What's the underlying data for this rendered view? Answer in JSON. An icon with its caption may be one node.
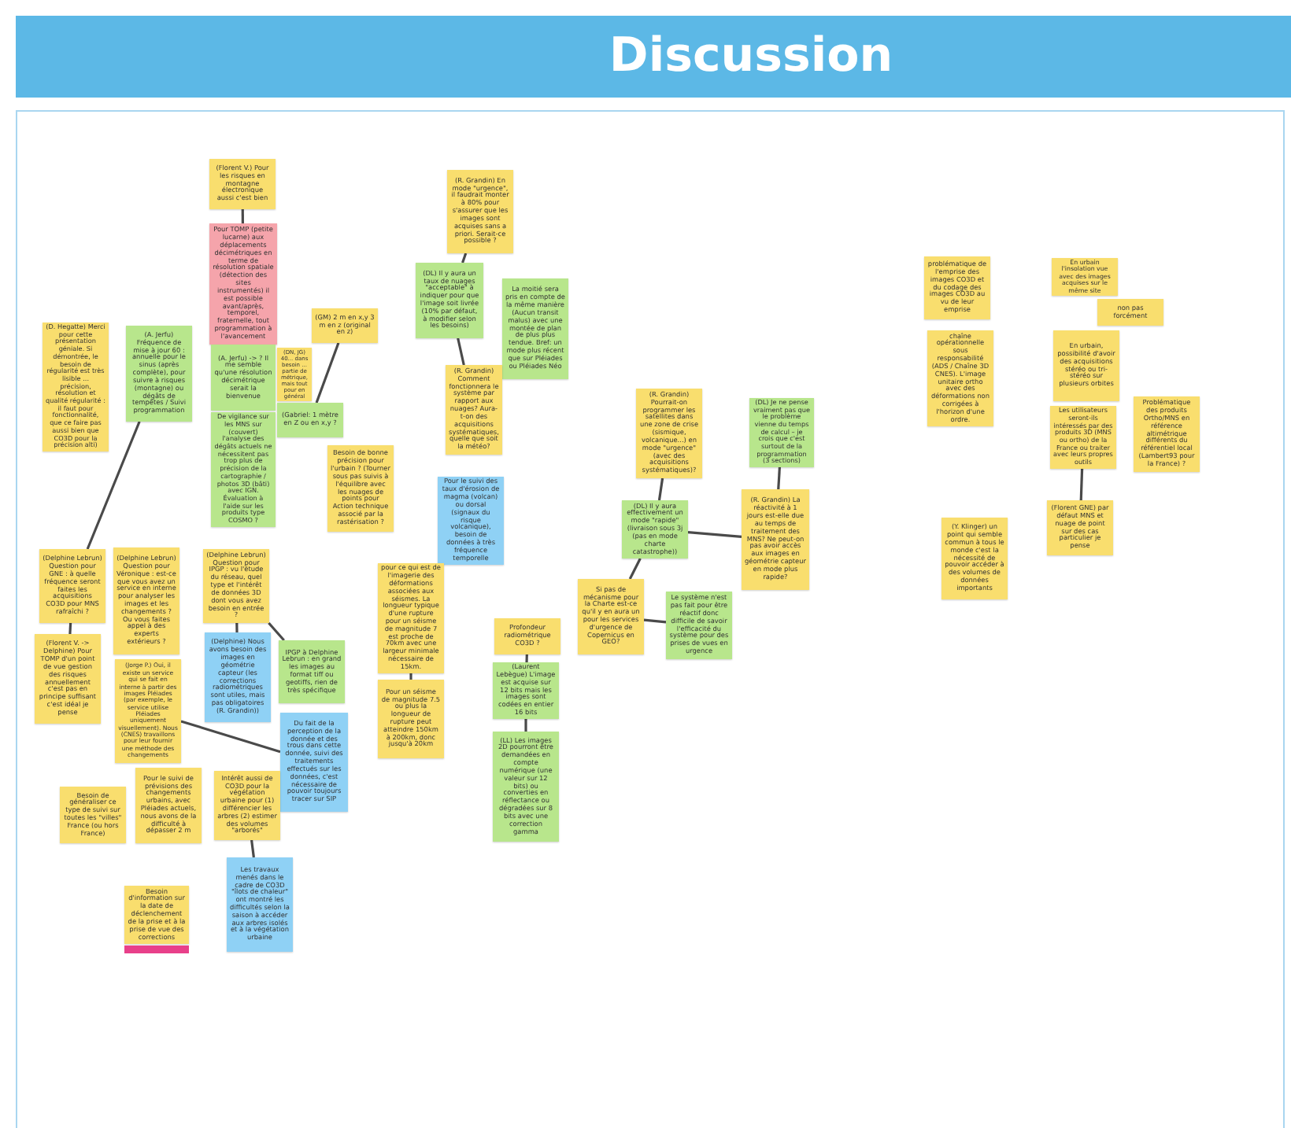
{
  "diagram": {
    "title": "Discussion",
    "nodes": [
      {
        "text": [
          "(Florent V.) Pour les risques en montagne électronique aussi c'est bien"
        ]
      },
      {
        "text": [
          "Pour TOMP (petite lucarne) aux déplacements décimétriques en terme de résolution spatiale (détection des sites instrumentés) il est possible avant/après, temporel, fraternelle, tout programmation à l'avancement"
        ]
      },
      {
        "text": [
          "(A. Jerfu) -> ? Il me semble qu'une résolution décimétrique serait la bienvenue"
        ]
      },
      {
        "text": [
          "De vigilance sur les MNS sur (couvert) l'analyse des dégâts actuels ne nécessitent pas trop plus de précision de la cartographie / photos 3D (bâti) avec IGN. Évaluation à l'aide sur les produits type COSMO ?"
        ]
      },
      {
        "text": [
          "(GM) 2 m en x,y 3 m en z (original en z)"
        ]
      },
      {
        "text": [
          "(DN, JG) 40... dans besoin ... partie de métrique, mais tout pour en général"
        ]
      },
      {
        "text": [
          "(Gabriel: 1 mètre en Z ou en x,y ?"
        ]
      },
      {
        "text": [
          "Besoin de bonne précision pour l'urbain ? (Tourner sous pas suivis à l'équilibre avec les nuages de points pour Action technique associé par la rastérisation ?"
        ]
      },
      {
        "text": [
          "(D. Hegatte) Merci pour cette présentation géniale. Si démontrée, le besoin de régularité est très lisible ... précision, résolution et qualité régularité : il faut pour fonctionnalité, que ce faire pas aussi bien que CO3D pour la précision alti)"
        ]
      },
      {
        "text": [
          "(A. Jerfu) Fréquence de mise à jour 60 : annuelle pour le sinus (après complète), pour suivre à risques (montagne) ou dégâts de tempêtes / Suivi programmation"
        ]
      },
      {
        "text": [
          "(R. Grandin) En mode \"urgence\", il faudrait monter à 80% pour s'assurer que les images sont acquises sans a priori. Serait-ce possible ?"
        ]
      },
      {
        "text": [
          "(DL) Il y aura un taux de nuages \"acceptable\" à indiquer pour que l'image soit livrée (10% par défaut, à modifier selon les besoins)"
        ]
      },
      {
        "text": [
          "La moitié sera pris en compte de la même manière (Aucun transit malus) avec une montée de plan de plus plus tendue. Bref: un mode plus récent que sur Pléiades ou Pléiades Néo"
        ]
      },
      {
        "text": [
          "(R. Grandin) Comment fonctionnera le système par rapport aux nuages? Aura-t-on des acquisitions systématiques, quelle que soit la météo?"
        ]
      },
      {
        "text": [
          "Pour le suivi des taux d'érosion de magma (volcan) ou dorsal (signaux du risque volcanique), besoin de données à très fréquence temporelle"
        ]
      },
      {
        "text": [
          "(R. Grandin) Pourrait-on programmer les satellites dans une zone de crise (sismique, volcanique...) en mode \"urgence\" (avec des acquisitions systématiques)?"
        ]
      },
      {
        "text": [
          "(DL) Je ne pense vraiment pas que le problème vienne du temps de calcul – je crois que c'est surtout de la programmation (3 sections)"
        ]
      },
      {
        "text": [
          "(DL) Il y aura effectivement un mode \"rapide\" (livraison sous 3j (pas en mode charte catastrophe))"
        ]
      },
      {
        "text": [
          "(R. Grandin) La réactivité à 1 jours est-elle due au temps de traitement des MNS? Ne peut-on pas avoir accès aux images en géométrie capteur en mode plus rapide?"
        ]
      },
      {
        "text": [
          "Si pas de mécanisme pour la Charte est-ce qu'il y en aura un pour les services d'urgence de Copernicus en GEO?"
        ]
      },
      {
        "text": [
          "Le système n'est pas fait pour être réactif donc difficile de savoir l'efficacité du système pour des prises de vues en urgence"
        ]
      },
      {
        "text": [
          "Profondeur radiométrique CO3D ?"
        ]
      },
      {
        "text": [
          "(Laurent Lebègue) L'image est acquise sur 12 bits mais les images sont codées en entier 16 bits"
        ]
      },
      {
        "text": [
          "(LL) Les images 2D pourront être demandées en compte numérique (une valeur sur 12 bits) ou converties en réflectance ou dégradées sur 8 bits avec une correction gamma"
        ]
      },
      {
        "text": [
          "pour ce qui est de l'imagerie des déformations associées aux séismes. La longueur typique d'une rupture pour un séisme de magnitude 7 est proche de 70km avec une largeur minimale nécessaire de 15km."
        ]
      },
      {
        "text": [
          "Pour un séisme de magnitude 7.5 ou plus la longueur de rupture peut atteindre 150km à 200km, donc jusqu'à 20km"
        ]
      },
      {
        "text": [
          "problématique de l'emprise des images CO3D et du codage des images CO3D au vu de leur emprise"
        ]
      },
      {
        "text": [
          "chaîne opérationnelle sous responsabilité (ADS / Chaîne 3D CNES). L'image unitaire ortho avec des déformations non corrigées à l'horizon d'une ordre."
        ]
      },
      {
        "text": [
          "En urbain l'insolation vue avec des images acquises sur le même site"
        ]
      },
      {
        "text": [
          "non pas forcément"
        ]
      },
      {
        "text": [
          "En urbain, possibilité d'avoir des acquisitions stéréo ou tri-stéréo sur plusieurs orbites"
        ]
      },
      {
        "text": [
          "Les utilisateurs seront-ils intéressés par des produits 3D (MNS ou ortho) de la France ou traiter avec leurs propres outils"
        ]
      },
      {
        "text": [
          "Problématique des produits Ortho/MNS en référence altimétrique différents du référentiel local (Lambert93 pour la France) ?"
        ]
      },
      {
        "text": [
          "(Florent GNE) par défaut MNS et nuage de point sur des cas particulier je pense"
        ]
      },
      {
        "text": [
          "(Y. Klinger) un point qui semble commun à tous le monde c'est la nécessité de pouvoir accéder à des volumes de données importants"
        ]
      },
      {
        "text": [
          "(Delphine Lebrun) Question pour GNE : à quelle fréquence seront faites les acquisitions CO3D pour MNS rafraîchi ?"
        ]
      },
      {
        "text": [
          "(Florent V. -> Delphine) Pour TOMP d'un point de vue gestion des risques annuellement c'est pas en principe suffisant c'est idéal je pense"
        ]
      },
      {
        "text": [
          "(Delphine Lebrun) Question pour Véronique : est-ce que vous avez un service en interne pour analyser les images et les changements ? Ou vous faites appel à des experts extérieurs ?"
        ]
      },
      {
        "text": [
          "(Jorge P.) Oui, il existe un service qui se fait en interne à partir des images Pléiades (par exemple, le service utilise Pléiades uniquement visuellement). Nous (CNES) travaillons pour leur fournir une méthode des changements"
        ]
      },
      {
        "text": [
          "Besoin de généraliser ce type de suivi sur toutes les \"villes\" France (ou hors France)"
        ]
      },
      {
        "text": [
          "Pour le suivi de prévisions des changements urbains, avec Pléiades actuels, nous avons de la difficulté à dépasser 2 m"
        ]
      },
      {
        "text": [
          "(Delphine Lebrun) Question pour IPGP : vu l'étude du réseau, quel type et l'intérêt de données 3D dont vous avez besoin en entrée ?"
        ]
      },
      {
        "text": [
          "(Delphine) Nous avons besoin des images en géométrie capteur (les corrections radiométriques sont utiles, mais pas obligatoires (R. Grandin))"
        ]
      },
      {
        "text": [
          "IPGP à Delphine Lebrun : en grand les images au format tiff ou geotiffs, rien de très spécifique"
        ]
      },
      {
        "text": [
          "Du fait de la perception de la donnée et des trous dans cette donnée, suivi des traitements effectués sur les données, c'est nécessaire de pouvoir toujours tracer sur SIP"
        ]
      },
      {
        "text": [
          "Intérêt aussi de CO3D pour la végétation urbaine pour (1) différencier les arbres (2) estimer des volumes \"arborés\""
        ]
      },
      {
        "text": [
          "Les travaux menés dans le cadre de CO3D \"îlots de chaleur\" ont montré les difficultés selon la saison à accéder aux arbres isolés et à la végétation urbaine"
        ]
      },
      {
        "text": [
          "Besoin d'information sur la date de déclenchement de la prise et à la prise de vue des corrections"
        ]
      }
    ],
    "edges": [
      {
        "from": 0,
        "to": 1,
        "arrow": "none"
      },
      {
        "from": 4,
        "to": 6,
        "arrow": "none"
      },
      {
        "from": 9,
        "to": 35,
        "arrow": "none"
      },
      {
        "from": 10,
        "to": 11,
        "arrow": "none"
      },
      {
        "from": 11,
        "to": 13,
        "arrow": "none"
      },
      {
        "from": 15,
        "to": 17,
        "arrow": "none"
      },
      {
        "from": 16,
        "to": 18,
        "arrow": "none"
      },
      {
        "from": 17,
        "to": 18,
        "arrow": "none"
      },
      {
        "from": 17,
        "to": 19,
        "arrow": "none"
      },
      {
        "from": 19,
        "to": 20,
        "arrow": "none"
      },
      {
        "from": 21,
        "to": 22,
        "arrow": "none"
      },
      {
        "from": 22,
        "to": 23,
        "arrow": "none"
      },
      {
        "from": 24,
        "to": 25,
        "arrow": "none"
      },
      {
        "from": 31,
        "to": 33,
        "arrow": "none"
      },
      {
        "from": 35,
        "to": 36,
        "arrow": "none"
      },
      {
        "from": 41,
        "to": 42,
        "arrow": "none"
      },
      {
        "from": 41,
        "to": 43,
        "arrow": "none"
      },
      {
        "from": 38,
        "to": 44,
        "arrow": "none"
      },
      {
        "from": 45,
        "to": 46,
        "arrow": "none"
      }
    ]
  }
}
